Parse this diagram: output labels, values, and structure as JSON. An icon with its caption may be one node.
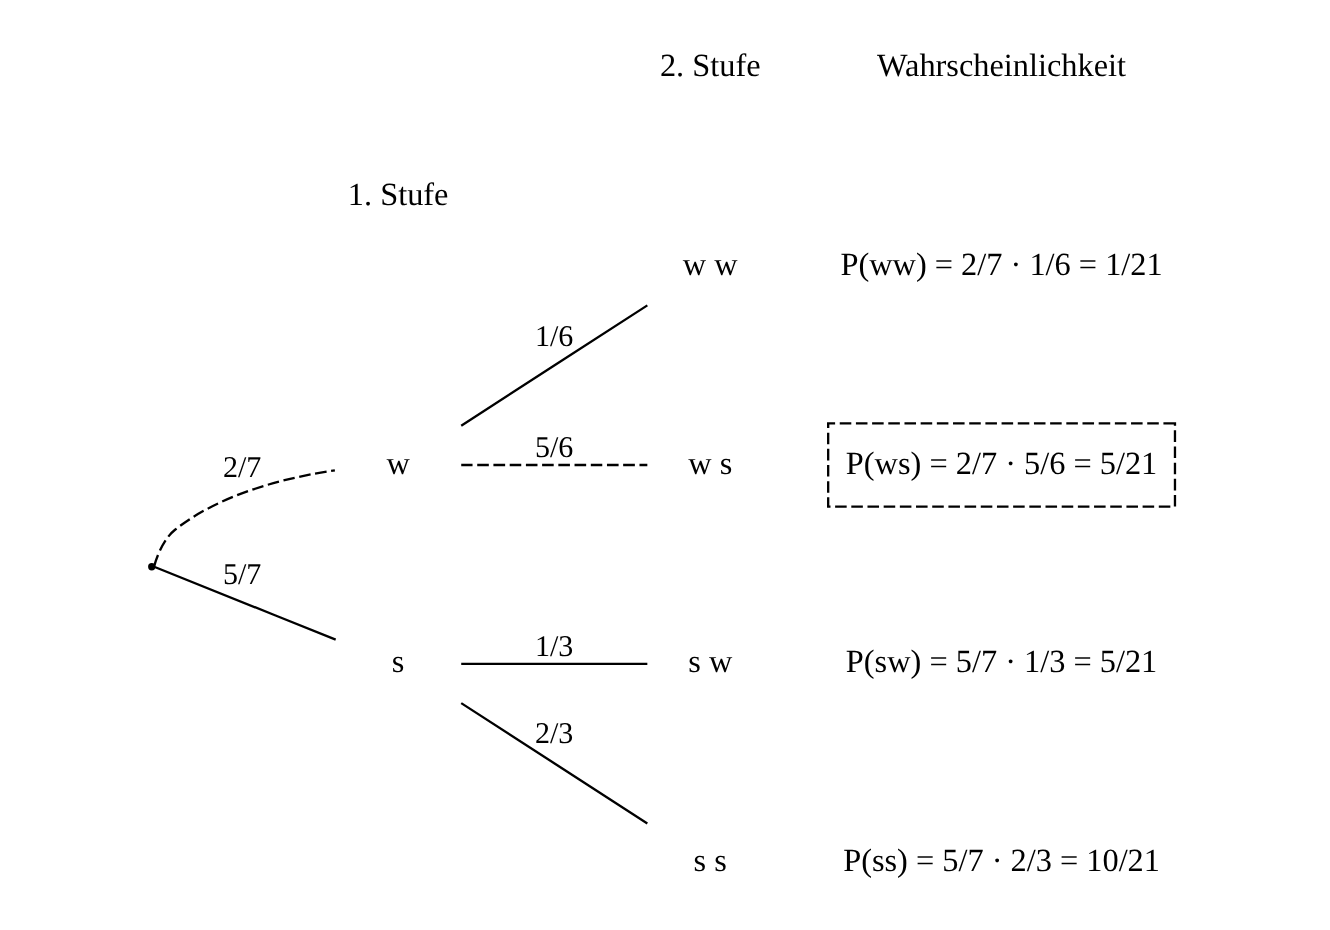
{
  "diagram": {
    "nodes": [
      {
        "text": [],
        "shape": "point"
      },
      {
        "text": [
          "w"
        ]
      },
      {
        "text": [
          "s"
        ]
      },
      {
        "text": [
          "w w"
        ],
        "beside": [
          "P(ww) = 2/7 · 1/6 = 1/21"
        ]
      },
      {
        "text": [
          "w s"
        ]
      },
      {
        "text": [
          "s w"
        ],
        "beside": [
          "P(sw) = 5/7 · 1/3 = 5/21"
        ]
      },
      {
        "text": [
          "s s"
        ],
        "beside": [
          "P(ss) = 5/7 · 2/3 = 10/21"
        ]
      },
      {
        "text": [
          "P(ws) = 2/7 · 5/6 = 5/21"
        ]
      }
    ],
    "edges": [
      {
        "from": 0,
        "to": 1,
        "arrow": "none",
        "label": "2/7",
        "style": "dashed"
      },
      {
        "from": 0,
        "to": 2,
        "arrow": "none",
        "label": "5/7"
      },
      {
        "from": 1,
        "to": 3,
        "arrow": "none",
        "label": "1/6"
      },
      {
        "from": 1,
        "to": 4,
        "arrow": "none",
        "label": "5/6",
        "style": "dashed"
      },
      {
        "from": 2,
        "to": 5,
        "arrow": "none",
        "label": "1/3"
      },
      {
        "from": 2,
        "to": 6,
        "arrow": "none",
        "label": "2/3"
      }
    ],
    "labels": [
      "1. Stufe",
      "2. Stufe",
      "Wahrscheinlichkeit"
    ]
  }
}
